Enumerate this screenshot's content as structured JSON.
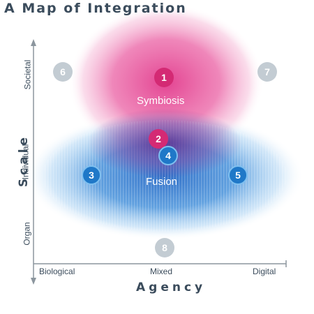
{
  "title": "A Map of Integration",
  "axes": {
    "x_title": "Agency",
    "y_title": "Scale",
    "x_ticks": [
      "Biological",
      "Mixed",
      "Digital"
    ],
    "y_ticks": [
      "Societal",
      "Individual",
      "Organ"
    ]
  },
  "regions": [
    {
      "label": "Symbiosis",
      "color": "#e8479a"
    },
    {
      "label": "Fusion",
      "color": "#2f86d6"
    }
  ],
  "markers": [
    "1",
    "2",
    "3",
    "4",
    "5",
    "6",
    "7",
    "8"
  ],
  "colors": {
    "text": "#3b4c5c",
    "axis": "#8c969e",
    "marker_pink": "#d42a74",
    "marker_blue": "#1f78c8",
    "marker_grey": "#c3ccd3"
  }
}
